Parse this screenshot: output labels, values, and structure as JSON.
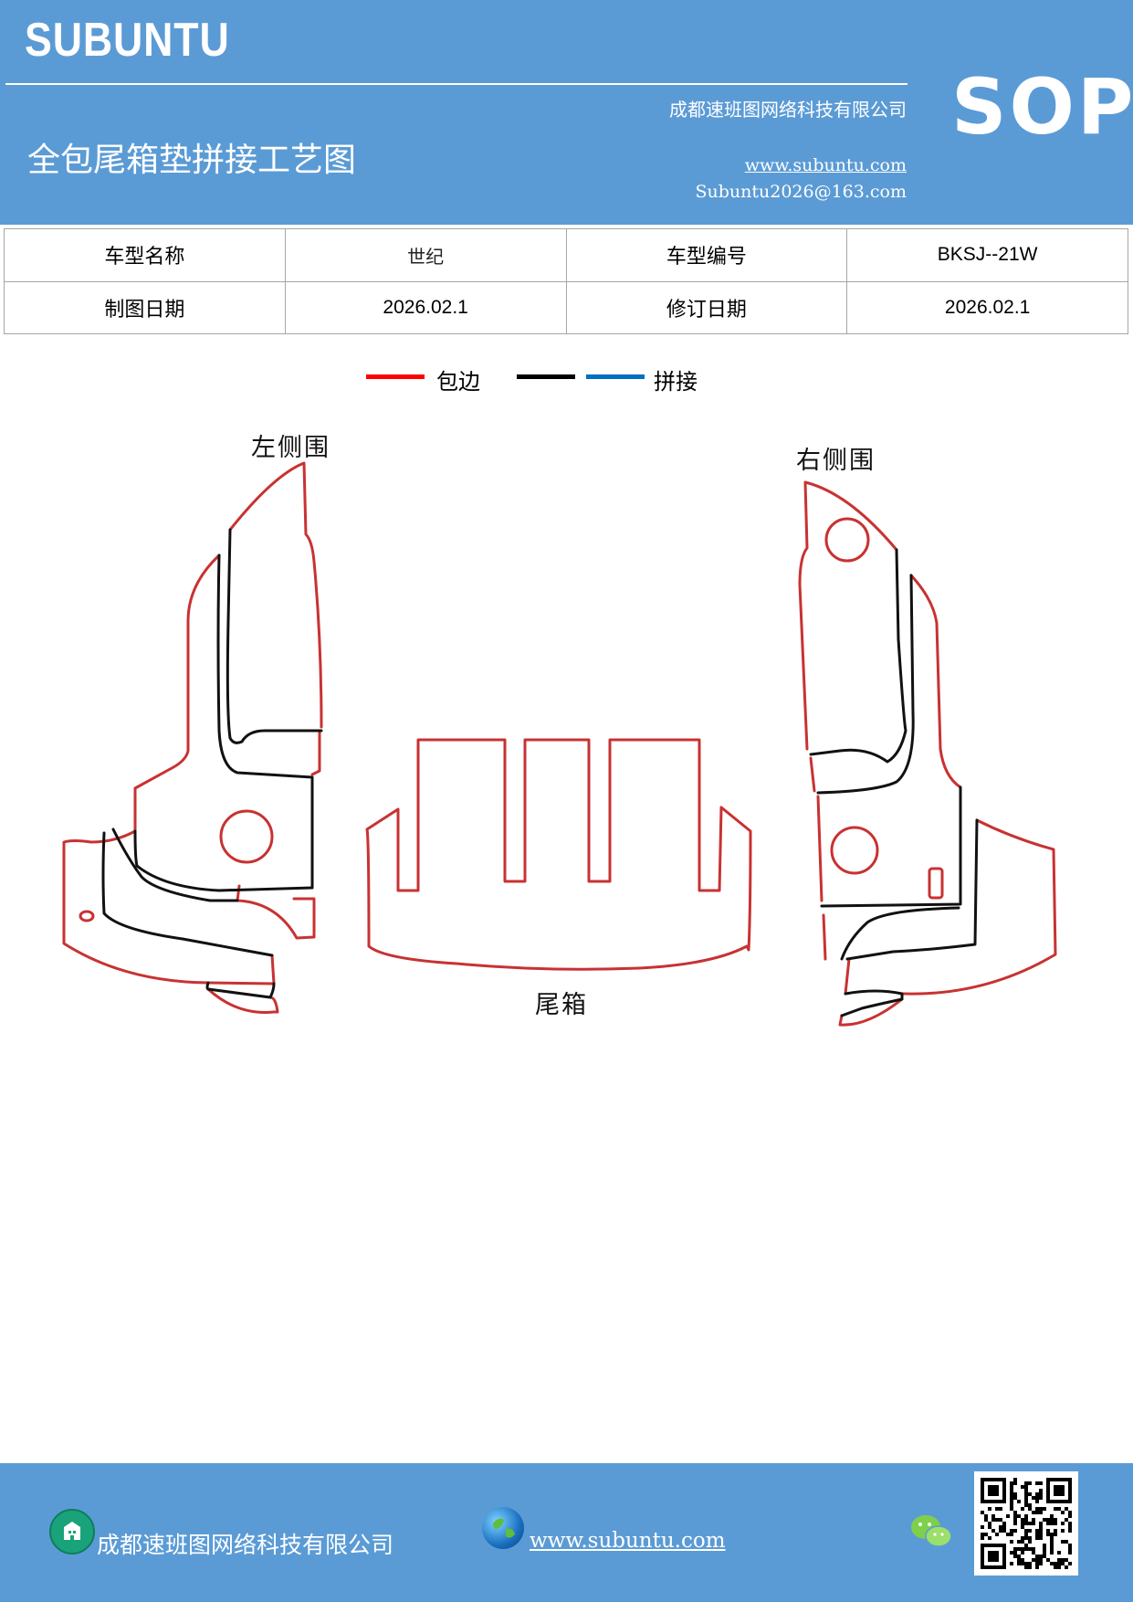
{
  "header": {
    "brand": "SUBUNTU",
    "company": "成都速班图网络科技有限公司",
    "title": "全包尾箱垫拼接工艺图",
    "website": "www.subuntu.com",
    "email": "Subuntu2026@163.com",
    "badge": "SOP"
  },
  "info_table": {
    "rows": [
      {
        "label1": "车型名称",
        "value1": "世纪",
        "label2": "车型编号",
        "value2": "BKSJ--21W"
      },
      {
        "label1": "制图日期",
        "value1": "2026.02.1",
        "label2": "修订日期",
        "value2": "2026.02.1"
      }
    ]
  },
  "legend": {
    "items": [
      {
        "label": "包边",
        "color": "#ff0000"
      },
      {
        "label": "",
        "color": "#000000"
      },
      {
        "label": "拼接",
        "color": "#0070c0"
      }
    ]
  },
  "parts": {
    "left": "左侧围",
    "right": "右侧围",
    "trunk": "尾箱"
  },
  "colors": {
    "header_bg": "#5b9bd5",
    "edge_red": "#c83232",
    "seam_black": "#111111"
  },
  "footer": {
    "company": "成都速班图网络科技有限公司",
    "website": "www.subuntu.com",
    "company_icon": "building-icon",
    "web_icon": "globe-icon",
    "wechat_icon": "wechat-icon",
    "qr": "qr-code"
  }
}
